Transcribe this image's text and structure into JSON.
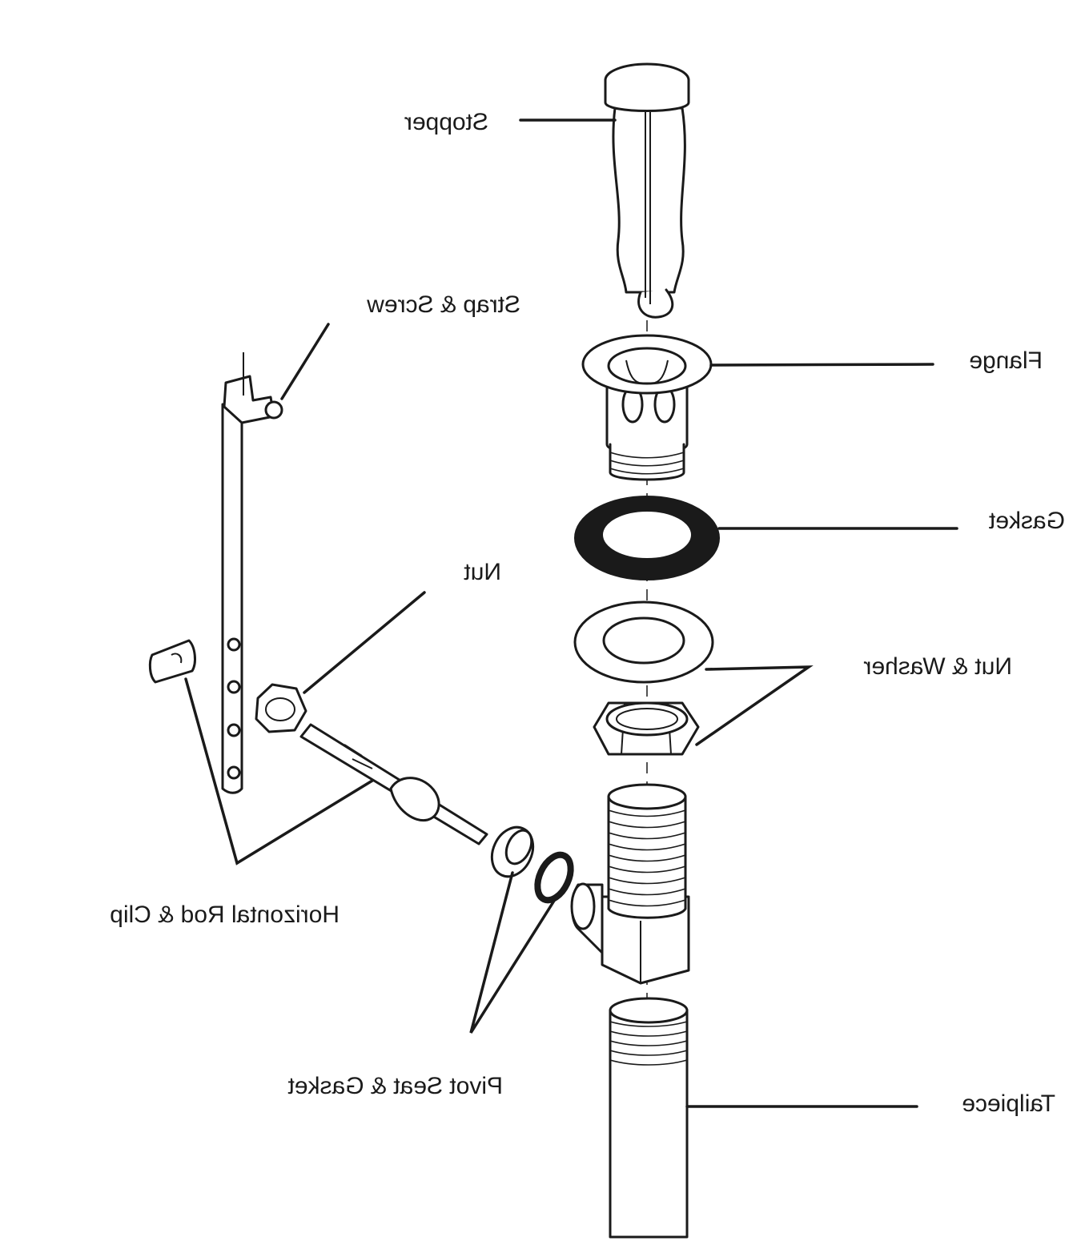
{
  "labels": {
    "stopper": "Stopper",
    "strap_screw": "Strap & Screw",
    "flange": "Flange",
    "gasket": "Gasket",
    "nut": "Nut",
    "nut_washer": "Nut & Washer",
    "horizontal_rod_clip": "Horizontal Rod & Clip",
    "pivot_seat_gasket": "Pivot Seat & Gasket",
    "tailpiece": "Tailpiece"
  },
  "text_direction": "mirrored",
  "colors": {
    "ink": "#1a1a1a",
    "background": "#ffffff"
  }
}
